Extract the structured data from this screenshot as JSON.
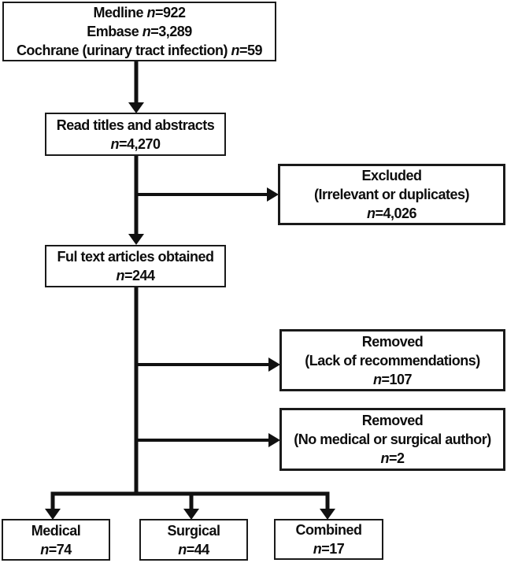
{
  "figure": {
    "type": "study-selection-flowchart",
    "colors": {
      "background": "#ffffff",
      "line": "#111111",
      "box_border": "#1a1a1a",
      "box_fill": "#ffffff",
      "text": "#0d0d0d"
    },
    "nodes": {
      "sources": {
        "lines": [
          "Medline n=922",
          "Embase n=3,289",
          "Cochrane (urinary tract infection) n=59"
        ]
      },
      "screened": {
        "lines": [
          "Read titles and abstracts",
          "n=4,270"
        ]
      },
      "excluded": {
        "lines": [
          "Excluded",
          "(Irrelevant or duplicates)",
          "n=4,026"
        ]
      },
      "full_text": {
        "lines": [
          "Ful text articles obtained",
          "n=244"
        ]
      },
      "removed_lack_of_recommendations": {
        "lines": [
          "Removed",
          "(Lack of recommendations)",
          "n=107"
        ]
      },
      "removed_no_author": {
        "lines": [
          "Removed",
          "(No medical or surgical author)",
          "n=2"
        ]
      },
      "medical": {
        "lines": [
          "Medical",
          "n=74"
        ]
      },
      "surgical": {
        "lines": [
          "Surgical",
          "n=44"
        ]
      },
      "combined": {
        "lines": [
          "Combined",
          "n=17"
        ]
      }
    }
  }
}
